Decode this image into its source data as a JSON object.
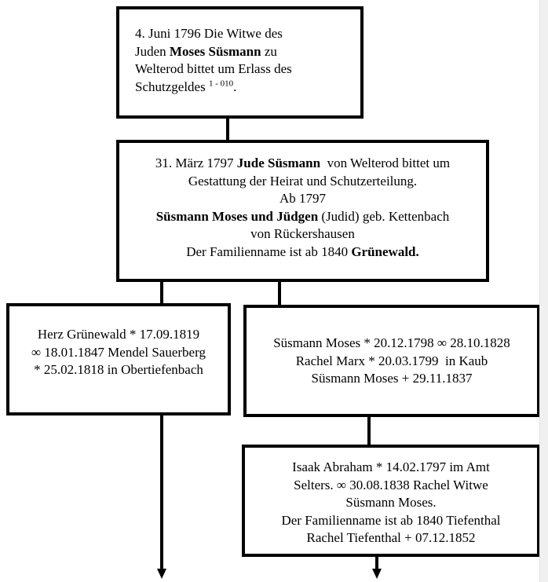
{
  "boxes": [
    {
      "id": "box-1796-petition",
      "lines": [
        [
          {
            "t": "4. Juni 1796 Die Witwe des"
          }
        ],
        [
          {
            "t": "Juden "
          },
          {
            "t": "Moses Süsmann",
            "b": true
          },
          {
            "t": " zu"
          }
        ],
        [
          {
            "t": "Welterod bittet um Erlass des"
          }
        ],
        [
          {
            "t": "Schutzgeldes "
          },
          {
            "t": "1 - 010",
            "sup": true
          },
          {
            "t": "."
          }
        ]
      ]
    },
    {
      "id": "box-1797-marriage",
      "lines": [
        [
          {
            "t": "31. März 1797 "
          },
          {
            "t": "Jude Süsmann",
            "b": true
          },
          {
            "t": "  von Welterod bittet um"
          }
        ],
        [
          {
            "t": "Gestattung der Heirat und Schutzerteilung."
          }
        ],
        [
          {
            "t": "Ab 1797"
          }
        ],
        [
          {
            "t": "Süsmann Moses und Jüdgen",
            "b": true
          },
          {
            "t": " (Judid) geb. Kettenbach"
          }
        ],
        [
          {
            "t": "von Rückershausen"
          }
        ],
        [
          {
            "t": "Der Familienname ist ab 1840 "
          },
          {
            "t": "Grünewald.",
            "b": true
          }
        ]
      ]
    },
    {
      "id": "box-herz-gruenewald",
      "lines": [
        [
          {
            "t": "Herz Grünewald * 17.09.1819"
          }
        ],
        [
          {
            "t": "∞ 18.01.1847 Mendel Sauerberg"
          }
        ],
        [
          {
            "t": "* 25.02.1818 in Obertiefenbach"
          }
        ]
      ]
    },
    {
      "id": "box-suesmann-moses",
      "lines": [
        [
          {
            "t": "Süsmann Moses * 20.12.1798 ∞ 28.10.1828"
          }
        ],
        [
          {
            "t": "Rachel Marx * 20.03.1799  in Kaub"
          }
        ],
        [
          {
            "t": "Süsmann Moses + 29.11.1837"
          }
        ]
      ]
    },
    {
      "id": "box-isaak-abraham",
      "lines": [
        [
          {
            "t": "Isaak Abraham * 14.02.1797 im Amt"
          }
        ],
        [
          {
            "t": "Selters. ∞ 30.08.1838 Rachel Witwe"
          }
        ],
        [
          {
            "t": "Süsmann Moses."
          }
        ],
        [
          {
            "t": "Der Familienname ist ab 1840 Tiefenthal"
          }
        ],
        [
          {
            "t": "Rachel Tiefenthal + 07.12.1852"
          }
        ]
      ]
    }
  ]
}
